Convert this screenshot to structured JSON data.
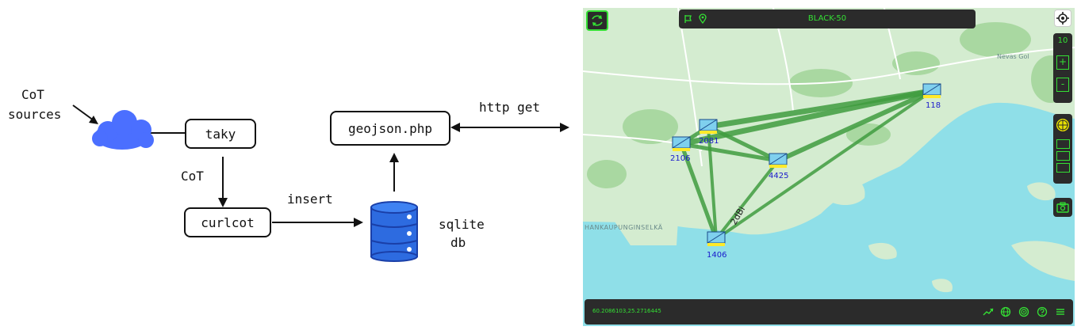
{
  "diagram": {
    "cot_sources_line1": "CoT",
    "cot_sources_line2": "sources",
    "taky_label": "taky",
    "cot_arrow_label": "CoT",
    "curlcot_label": "curlcot",
    "insert_label": "insert",
    "geojson_label": "geojson.php",
    "http_get_label": "http get",
    "sqlite_line1": "sqlite",
    "sqlite_line2": "db"
  },
  "map": {
    "callsign": "BLACK-50",
    "zoom_level": "10",
    "zoom_in": "+",
    "zoom_out": "-",
    "coordinates": "60.2086103,25.2716445",
    "place_label_left": "HANKAUPUNGINSELKÄ",
    "place_label_right": "Nevas Gol",
    "link_label": "2dBi",
    "nodes": [
      {
        "id": "2106"
      },
      {
        "id": "2081"
      },
      {
        "id": "4425"
      },
      {
        "id": "118"
      },
      {
        "id": "1406"
      }
    ],
    "colors": {
      "accent": "#34e034",
      "bar": "#2b2b2b",
      "link": "#3f9c3f",
      "water": "#8fdfe8",
      "land": "#d4ecd0"
    }
  }
}
